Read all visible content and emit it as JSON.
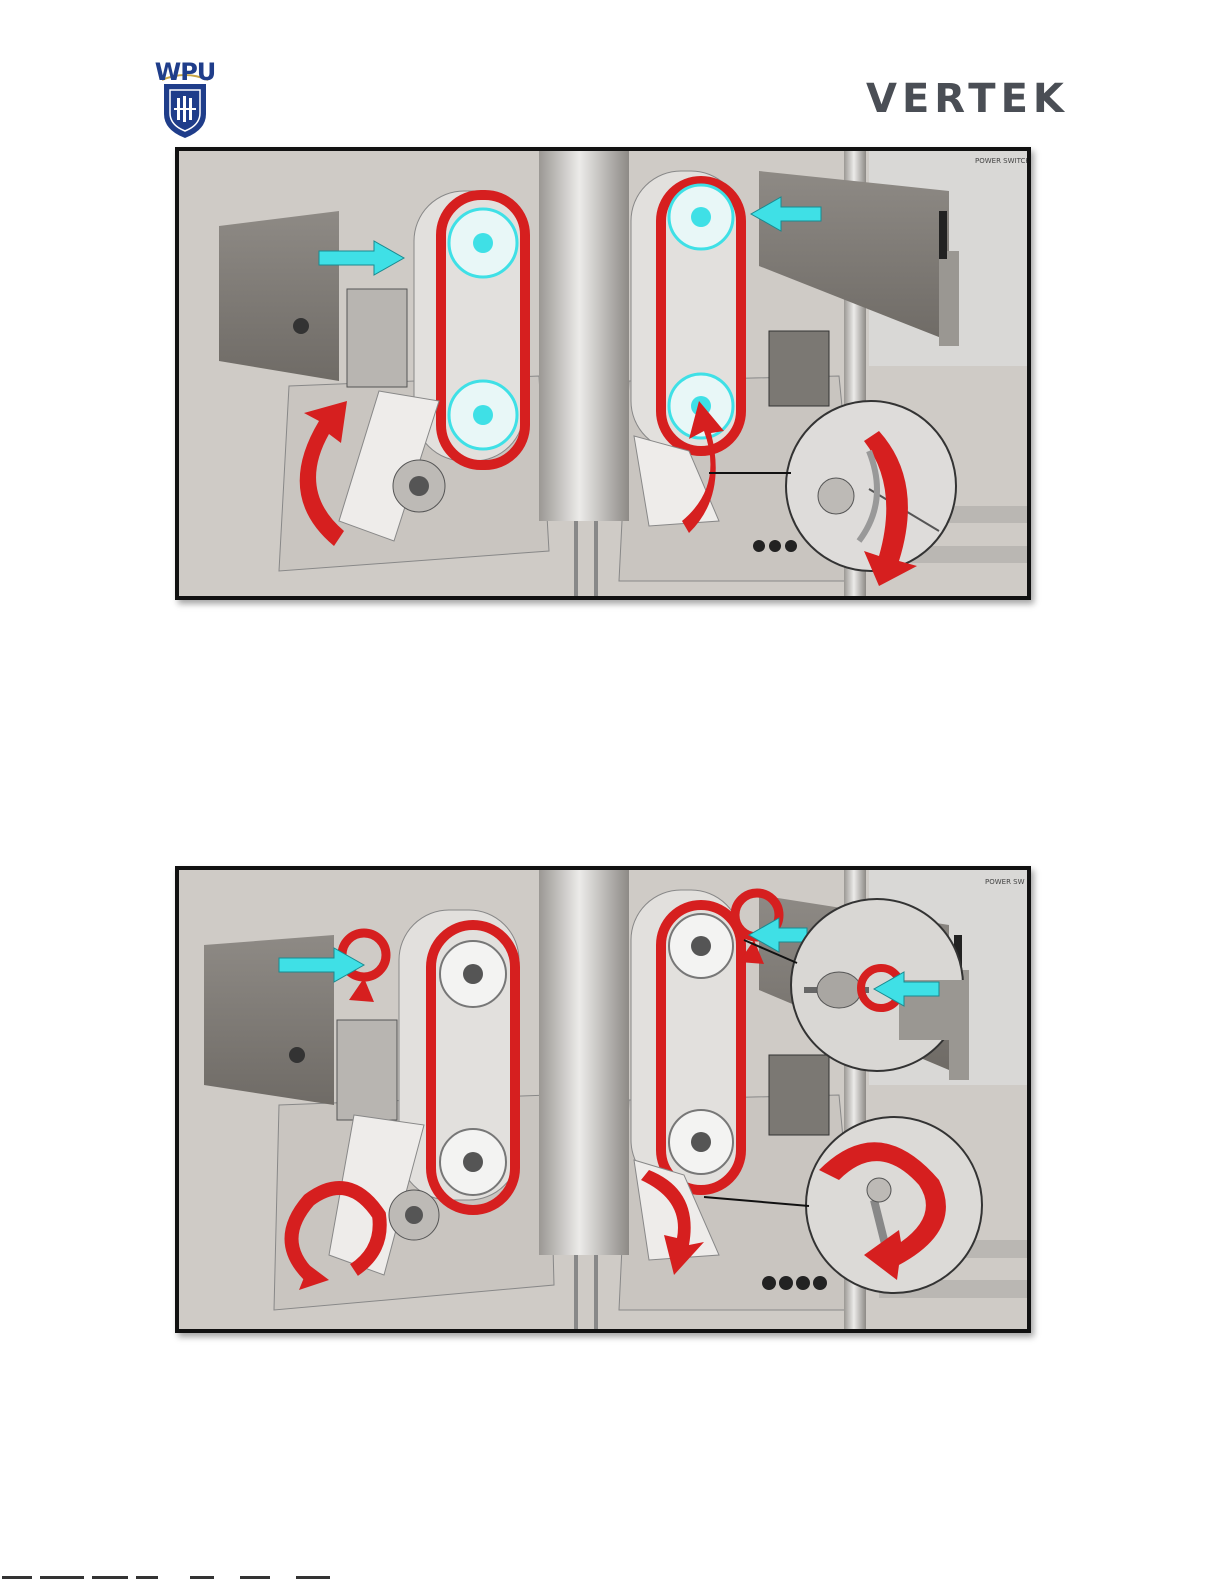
{
  "header": {
    "left_logo_text": "WPU",
    "right_logo_text": "VERTEK"
  },
  "figures": [
    {
      "panel_label": "POWER SWITCH"
    },
    {
      "panel_label": "POWER SW"
    }
  ],
  "colors": {
    "belt_red": "#d61f1f",
    "arrow_cyan": "#3fe0e6",
    "panel_gray": "#cfcbc6",
    "logo_blue": "#1f3d8a",
    "logo_gray": "#4a4e55"
  }
}
